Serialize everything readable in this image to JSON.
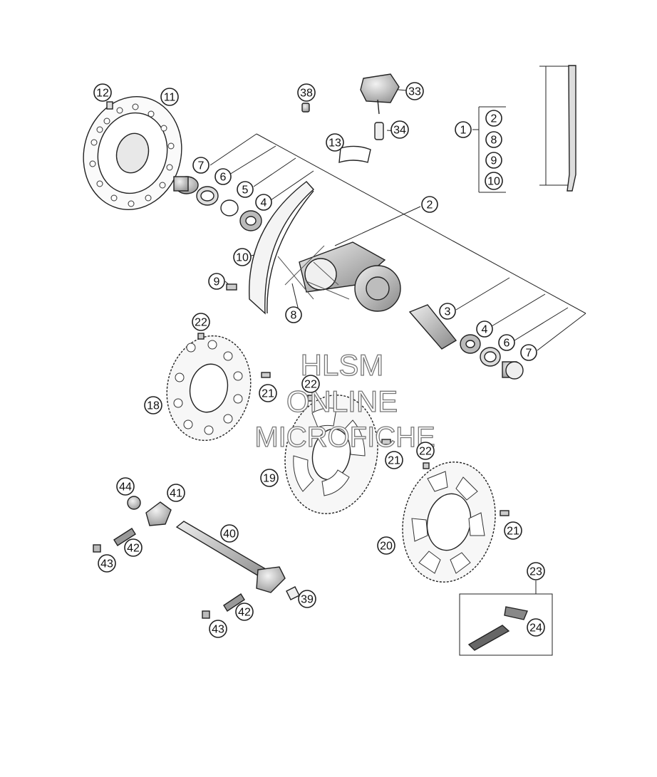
{
  "watermark": {
    "line1": "HLSM",
    "line2": "ONLINE",
    "line3": "MICROFICHE"
  },
  "callouts": [
    {
      "id": "c12a",
      "label": "12"
    },
    {
      "id": "c11",
      "label": "11"
    },
    {
      "id": "c38",
      "label": "38"
    },
    {
      "id": "c33",
      "label": "33"
    },
    {
      "id": "c34",
      "label": "34"
    },
    {
      "id": "c13",
      "label": "13"
    },
    {
      "id": "c1",
      "label": "1"
    },
    {
      "id": "c1-2",
      "label": "2"
    },
    {
      "id": "c1-8",
      "label": "8"
    },
    {
      "id": "c1-9",
      "label": "9"
    },
    {
      "id": "c1-10",
      "label": "10"
    },
    {
      "id": "c7a",
      "label": "7"
    },
    {
      "id": "c6a",
      "label": "6"
    },
    {
      "id": "c5",
      "label": "5"
    },
    {
      "id": "c4a",
      "label": "4"
    },
    {
      "id": "c2",
      "label": "2"
    },
    {
      "id": "c10",
      "label": "10"
    },
    {
      "id": "c9",
      "label": "9"
    },
    {
      "id": "c8",
      "label": "8"
    },
    {
      "id": "c3",
      "label": "3"
    },
    {
      "id": "c4b",
      "label": "4"
    },
    {
      "id": "c6b",
      "label": "6"
    },
    {
      "id": "c7b",
      "label": "7"
    },
    {
      "id": "c22a",
      "label": "22"
    },
    {
      "id": "c21a",
      "label": "21"
    },
    {
      "id": "c18",
      "label": "18"
    },
    {
      "id": "c22b",
      "label": "22"
    },
    {
      "id": "c21b",
      "label": "21"
    },
    {
      "id": "c19",
      "label": "19"
    },
    {
      "id": "c22c",
      "label": "22"
    },
    {
      "id": "c21c",
      "label": "21"
    },
    {
      "id": "c20",
      "label": "20"
    },
    {
      "id": "c44",
      "label": "44"
    },
    {
      "id": "c41",
      "label": "41"
    },
    {
      "id": "c40",
      "label": "40"
    },
    {
      "id": "c42a",
      "label": "42"
    },
    {
      "id": "c43a",
      "label": "43"
    },
    {
      "id": "c39",
      "label": "39"
    },
    {
      "id": "c42b",
      "label": "42"
    },
    {
      "id": "c43b",
      "label": "43"
    },
    {
      "id": "c23",
      "label": "23"
    },
    {
      "id": "c24",
      "label": "24"
    }
  ]
}
